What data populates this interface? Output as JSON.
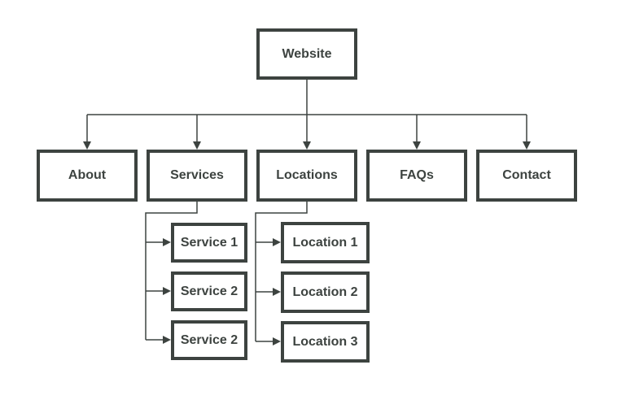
{
  "root": {
    "label": "Website"
  },
  "level1": [
    {
      "label": "About"
    },
    {
      "label": "Services"
    },
    {
      "label": "Locations"
    },
    {
      "label": "FAQs"
    },
    {
      "label": "Contact"
    }
  ],
  "services_children": [
    {
      "label": "Service 1"
    },
    {
      "label": "Service 2"
    },
    {
      "label": "Service 2"
    }
  ],
  "locations_children": [
    {
      "label": "Location 1"
    },
    {
      "label": "Location 2"
    },
    {
      "label": "Location 3"
    }
  ],
  "colors": {
    "stroke": "#3d4340",
    "background": "#ffffff"
  }
}
